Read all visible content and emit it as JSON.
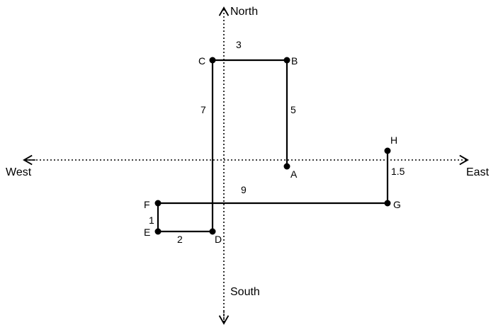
{
  "directions": {
    "north": "North",
    "south": "South",
    "east": "East",
    "west": "West"
  },
  "points": {
    "A": "A",
    "B": "B",
    "C": "C",
    "D": "D",
    "E": "E",
    "F": "F",
    "G": "G",
    "H": "H"
  },
  "segments": {
    "AB": "5",
    "BC": "3",
    "CD": "7",
    "DE": "2",
    "EF": "1",
    "FG": "9",
    "GH": "1.5"
  }
}
